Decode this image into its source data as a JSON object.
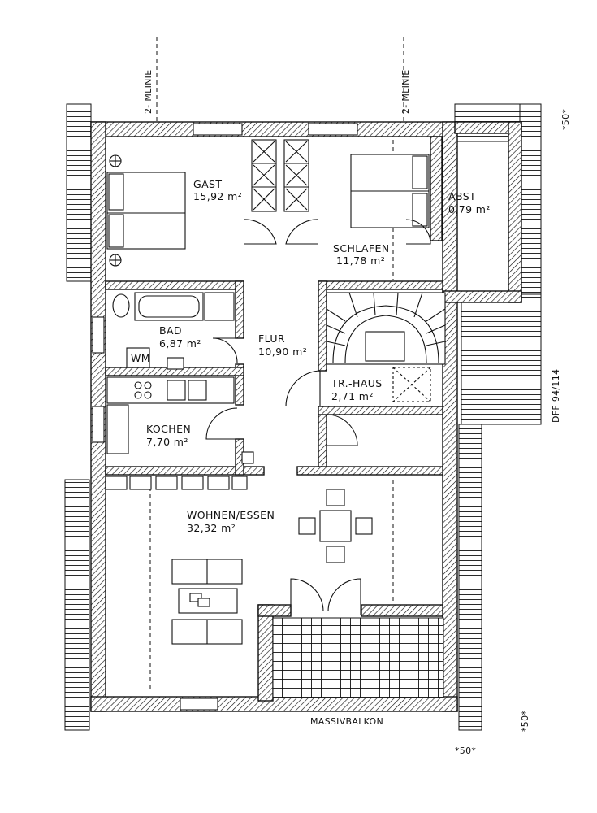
{
  "rooms": {
    "gast": {
      "name": "GAST",
      "area": "15,92 m²"
    },
    "schlafen": {
      "name": "SCHLAFEN",
      "area": "11,78 m²"
    },
    "abst": {
      "name": "ABST",
      "area": "0,79 m²"
    },
    "bad": {
      "name": "BAD",
      "area": "6,87 m²"
    },
    "flur": {
      "name": "FLUR",
      "area": "10,90 m²"
    },
    "treppenhaus": {
      "name": "TR.-HAUS",
      "area": "2,71 m²"
    },
    "kochen": {
      "name": "KOCHEN",
      "area": "7,70 m²"
    },
    "wohnen": {
      "name": "WOHNEN/ESSEN",
      "area": "32,32 m²"
    }
  },
  "annotations": {
    "mlinie_left": "2- MLINIE",
    "mlinie_right": "2- MLINIE",
    "balkon": "MASSIVBALKON",
    "wm": "WM",
    "dff": "DFF 94/114",
    "dim_top_right": "*50*",
    "dim_bottom_right": "*50*",
    "dim_bottom": "*50*"
  }
}
